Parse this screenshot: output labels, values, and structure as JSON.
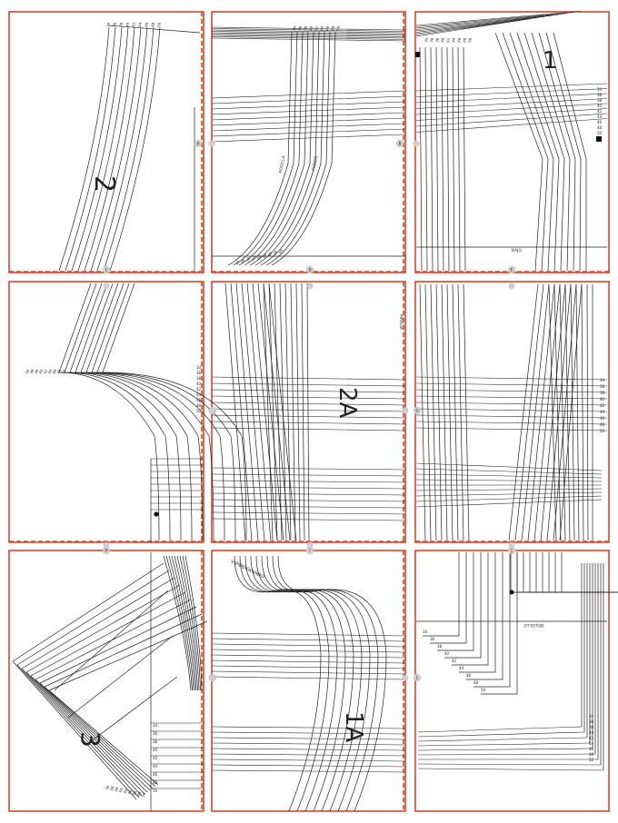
{
  "piece_labels": {
    "p1": "1",
    "p1a": "1A",
    "p2a": "2A",
    "p2": "2",
    "p3": "3"
  },
  "register_marks": {
    "A": "A",
    "B": "B",
    "C": "C",
    "D": "D",
    "E": "E",
    "F": "F",
    "G": "G",
    "H": "H",
    "I": "I",
    "J": "J",
    "K": "K",
    "L": "L"
  },
  "sizes": [
    "34",
    "36",
    "38",
    "40",
    "42",
    "44",
    "46",
    "48",
    "50",
    "52"
  ],
  "small_text": {
    "fold_label": "MANGA",
    "grain_label": "FONDO",
    "pocket_label": "BOLSILLO",
    "hem_label": "BAJO",
    "knee_label": "RODILLA"
  },
  "colors": {
    "page_border": "#d9462b",
    "ink": "#222222",
    "marker_fill": "#cfcfcf",
    "background": "#ffffff"
  }
}
